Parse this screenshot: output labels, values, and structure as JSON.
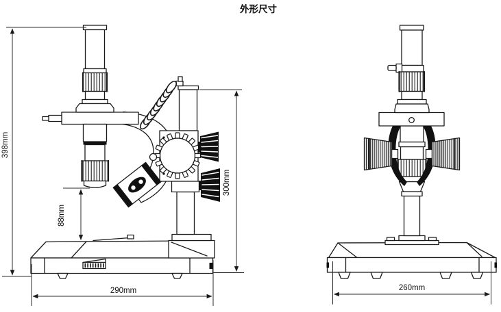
{
  "title": "外形尺寸",
  "dimensions": {
    "overall_height": {
      "value": "398mm"
    },
    "lens_to_base": {
      "value": "88mm"
    },
    "column_height": {
      "value": "300mm"
    },
    "base_width_side": {
      "value": "290mm"
    },
    "base_width_front": {
      "value": "260mm"
    }
  },
  "colors": {
    "line": "#1a1a1a",
    "dimension_line": "#2b2b2b",
    "dark_fill": "#111111",
    "background": "#ffffff"
  }
}
